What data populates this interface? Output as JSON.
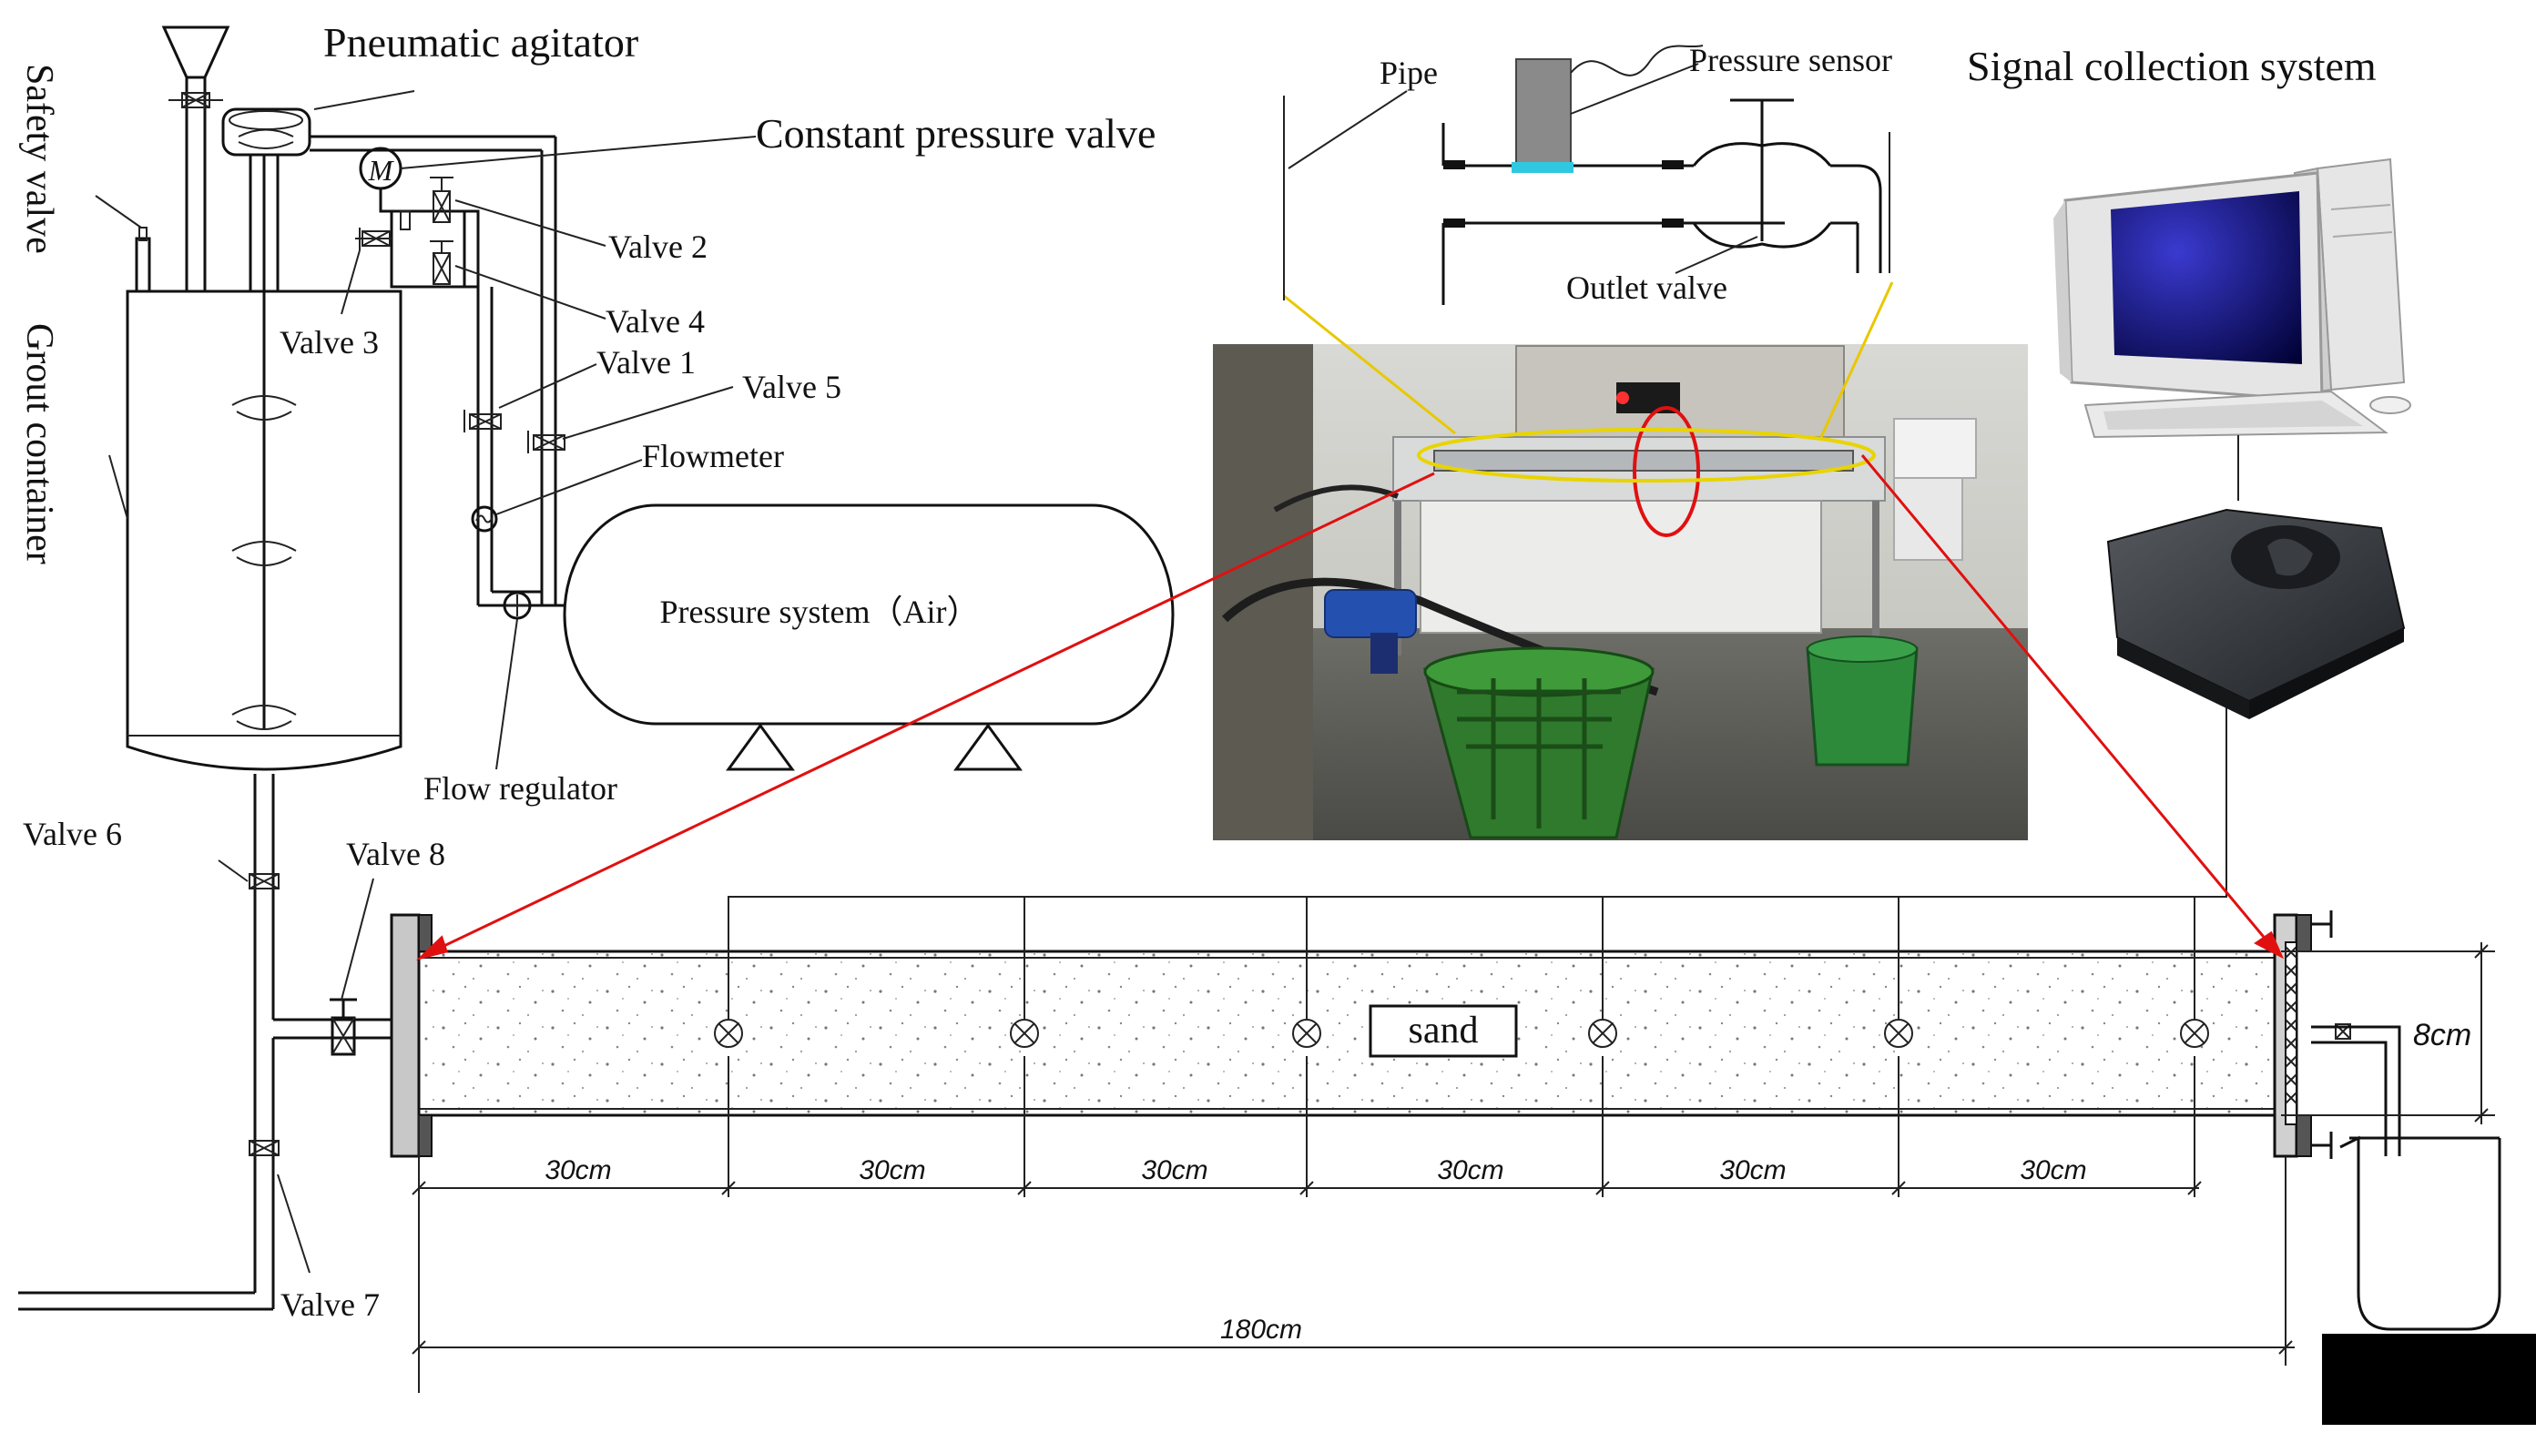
{
  "labels": {
    "safety_valve": "Safety valve",
    "grout_container": "Grout container",
    "pneumatic_agitator": "Pneumatic agitator",
    "constant_pressure_valve": "Constant pressure valve",
    "valve_1": "Valve 1",
    "valve_2": "Valve 2",
    "valve_3": "Valve 3",
    "valve_4": "Valve 4",
    "valve_5": "Valve 5",
    "valve_6": "Valve 6",
    "valve_7": "Valve 7",
    "valve_8": "Valve 8",
    "flowmeter": "Flowmeter",
    "flow_regulator": "Flow regulator",
    "pressure_system": "Pressure system（Air）",
    "pipe": "Pipe",
    "pressure_sensor": "Pressure sensor",
    "outlet_valve": "Outlet valve",
    "signal_collection": "Signal collection system",
    "sand": "sand",
    "motor_letter": "M"
  },
  "dimensions": {
    "segments": [
      "30cm",
      "30cm",
      "30cm",
      "30cm",
      "30cm",
      "30cm"
    ],
    "total_length": "180cm",
    "height": "8cm"
  },
  "colors": {
    "highlight_ellipse": "#e8d400",
    "red_marker": "#e01010",
    "callout_line": "#e8c800",
    "sensor_tip": "#30c8e0"
  }
}
